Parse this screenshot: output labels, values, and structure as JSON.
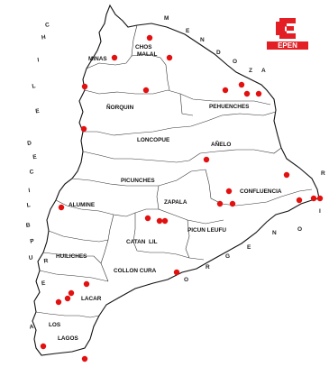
{
  "logo": {
    "text": "EPEN",
    "color": "#e31e24"
  },
  "marker_color": "#e31010",
  "departments": [
    {
      "id": "minas",
      "name": "MINAS"
    },
    {
      "id": "chos-malal",
      "name": "CHOS"
    },
    {
      "id": "chos-malal-2",
      "name": "MALAL"
    },
    {
      "id": "norquin",
      "name": "ÑORQUIN"
    },
    {
      "id": "pehuenches",
      "name": "PEHUENCHES"
    },
    {
      "id": "loncopue",
      "name": "LONCOPUE"
    },
    {
      "id": "anelo",
      "name": "AÑELO"
    },
    {
      "id": "picunches",
      "name": "PICUNCHES"
    },
    {
      "id": "zapala",
      "name": "ZAPALA"
    },
    {
      "id": "confluencia",
      "name": "CONFLUENCIA"
    },
    {
      "id": "alumine",
      "name": "ALUMINE"
    },
    {
      "id": "picun-leufu",
      "name": "PICUN LEUFU"
    },
    {
      "id": "catan-lil",
      "name": "CATAN  LIL"
    },
    {
      "id": "huiliches",
      "name": "HUILICHES"
    },
    {
      "id": "collon-cura",
      "name": "COLLON CURA"
    },
    {
      "id": "lacar",
      "name": "LACAR"
    },
    {
      "id": "los-lagos",
      "name": "LOS"
    },
    {
      "id": "los-lagos-2",
      "name": "LAGOS"
    }
  ],
  "edge_text": {
    "west_chars": [
      "C",
      "H",
      "I",
      "L",
      "E",
      "R",
      "E",
      "P",
      "U",
      "B",
      "L",
      "I",
      "C",
      "A",
      "D",
      "E"
    ],
    "north_chars": [
      "M",
      "E",
      "N",
      "D",
      "O",
      "Z",
      "A"
    ],
    "east_chars": [
      "R",
      "I",
      "O",
      "N",
      "E",
      "G",
      "R",
      "O"
    ]
  }
}
